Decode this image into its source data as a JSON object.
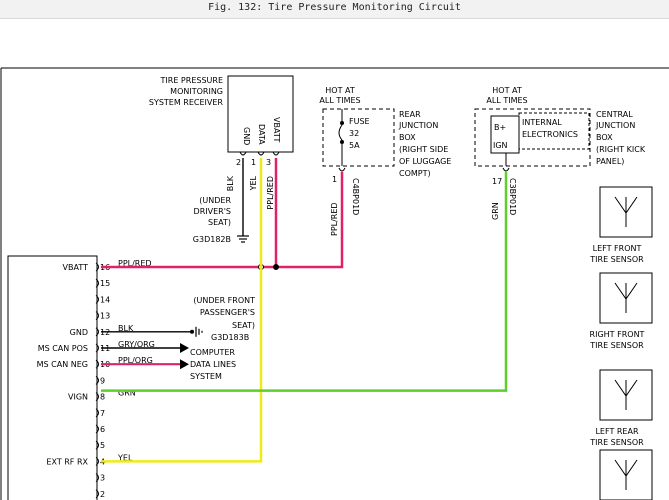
{
  "figure": {
    "title": "Fig. 132: Tire Pressure Monitoring Circuit"
  },
  "receiver": {
    "name_lines": [
      "TIRE PRESSURE",
      "MONITORING",
      "SYSTEM RECEIVER"
    ],
    "pins": [
      {
        "label": "GND",
        "num": "2"
      },
      {
        "label": "DATA",
        "num": "1"
      },
      {
        "label": "VBATT",
        "num": "3"
      }
    ]
  },
  "wires_vertical": {
    "blk": "BLK",
    "yel": "YEL",
    "ppl_red": "PPL/RED",
    "grn": "GRN"
  },
  "ground_g3d182b": {
    "lines": [
      "(UNDER",
      "DRIVER'S",
      "SEAT)"
    ],
    "id": "G3D182B"
  },
  "ground_g3d183b": {
    "lines": [
      "(UNDER FRONT",
      "PASSENGER'S",
      "SEAT)"
    ],
    "id": "G3D183B"
  },
  "rear_junction": {
    "hot_lines": [
      "HOT AT",
      "ALL TIMES"
    ],
    "fuse_lines": [
      "FUSE",
      "32",
      "5A"
    ],
    "name_lines": [
      "REAR",
      "JUNCTION",
      "BOX",
      "(RIGHT SIDE",
      "OF LUGGAGE",
      "COMPT)"
    ],
    "pin_num": "1",
    "connector": "C4BP01D"
  },
  "central_junction": {
    "hot_lines": [
      "HOT AT",
      "ALL TIMES"
    ],
    "inner_b": "B+",
    "inner_ign": "IGN",
    "inner_lines": [
      "INTERNAL",
      "ELECTRONICS"
    ],
    "name_lines": [
      "CENTRAL",
      "JUNCTION",
      "BOX",
      "(RIGHT KICK",
      "PANEL)"
    ],
    "pin_num": "17",
    "connector": "C3BP01D"
  },
  "module": {
    "pins": [
      {
        "num": "16",
        "name": "VBATT",
        "wire": "PPL/RED"
      },
      {
        "num": "15",
        "name": "",
        "wire": ""
      },
      {
        "num": "14",
        "name": "",
        "wire": ""
      },
      {
        "num": "13",
        "name": "",
        "wire": ""
      },
      {
        "num": "12",
        "name": "GND",
        "wire": "BLK"
      },
      {
        "num": "11",
        "name": "MS CAN POS",
        "wire": "GRY/ORG"
      },
      {
        "num": "10",
        "name": "MS CAN NEG",
        "wire": "PPL/ORG"
      },
      {
        "num": "9",
        "name": "",
        "wire": ""
      },
      {
        "num": "8",
        "name": "VIGN",
        "wire": "GRN"
      },
      {
        "num": "7",
        "name": "",
        "wire": ""
      },
      {
        "num": "6",
        "name": "",
        "wire": ""
      },
      {
        "num": "5",
        "name": "",
        "wire": ""
      },
      {
        "num": "4",
        "name": "EXT RF RX",
        "wire": "YEL"
      },
      {
        "num": "3",
        "name": "",
        "wire": ""
      },
      {
        "num": "2",
        "name": "",
        "wire": ""
      }
    ]
  },
  "computer_data_lines": [
    "COMPUTER",
    "DATA LINES",
    "SYSTEM"
  ],
  "sensors": [
    {
      "label_lines": [
        "LEFT FRONT",
        "TIRE SENSOR"
      ]
    },
    {
      "label_lines": [
        "RIGHT FRONT",
        "TIRE SENSOR"
      ]
    },
    {
      "label_lines": [
        "LEFT REAR",
        "TIRE SENSOR"
      ]
    },
    {
      "label_lines": []
    }
  ],
  "colors": {
    "ppl_red": "#e0206a",
    "yel": "#f0ea18",
    "grn": "#5ccf2a",
    "blk": "#000000"
  }
}
